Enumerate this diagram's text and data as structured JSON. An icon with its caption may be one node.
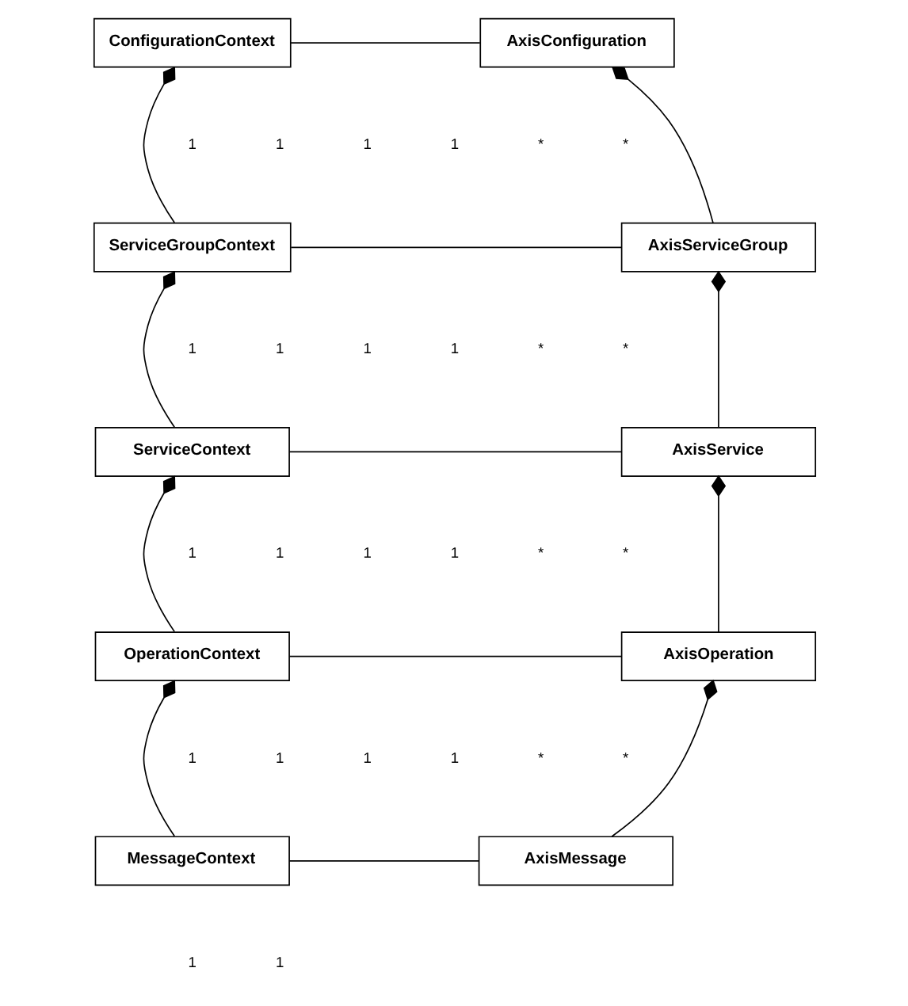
{
  "diagram": {
    "nodes": [
      {
        "text": [
          "ConfigurationContext"
        ]
      },
      {
        "text": [
          "ServiceGroupContext"
        ]
      },
      {
        "text": [
          "ServiceContext"
        ]
      },
      {
        "text": [
          "OperationContext"
        ]
      },
      {
        "text": [
          "MessageContext"
        ]
      },
      {
        "text": [
          "AxisConfiguration"
        ]
      },
      {
        "text": [
          "AxisServiceGroup"
        ]
      },
      {
        "text": [
          "AxisService"
        ]
      },
      {
        "text": [
          "AxisOperation"
        ]
      },
      {
        "text": [
          "AxisMessage"
        ]
      }
    ],
    "edges": [
      {
        "from": 0,
        "to": 5,
        "arrow": "none"
      },
      {
        "from": 0,
        "to": 1,
        "arrow": "other"
      },
      {
        "from": 5,
        "to": 6,
        "arrow": "other"
      },
      {
        "from": 1,
        "to": 6,
        "arrow": "none"
      },
      {
        "from": 1,
        "to": 2,
        "arrow": "other"
      },
      {
        "from": 6,
        "to": 7,
        "arrow": "other"
      },
      {
        "from": 2,
        "to": 7,
        "arrow": "none"
      },
      {
        "from": 2,
        "to": 3,
        "arrow": "other"
      },
      {
        "from": 7,
        "to": 8,
        "arrow": "other"
      },
      {
        "from": 3,
        "to": 8,
        "arrow": "none"
      },
      {
        "from": 3,
        "to": 4,
        "arrow": "other"
      },
      {
        "from": 8,
        "to": 9,
        "arrow": "other"
      },
      {
        "from": 4,
        "to": 9,
        "arrow": "none"
      }
    ],
    "labels": [
      "1",
      "1",
      "1",
      "1",
      "*",
      "*",
      "1",
      "1",
      "1",
      "1",
      "*",
      "*",
      "1",
      "1",
      "1",
      "1",
      "*",
      "*",
      "1",
      "1",
      "1",
      "1",
      "*",
      "*",
      "1",
      "1"
    ]
  }
}
